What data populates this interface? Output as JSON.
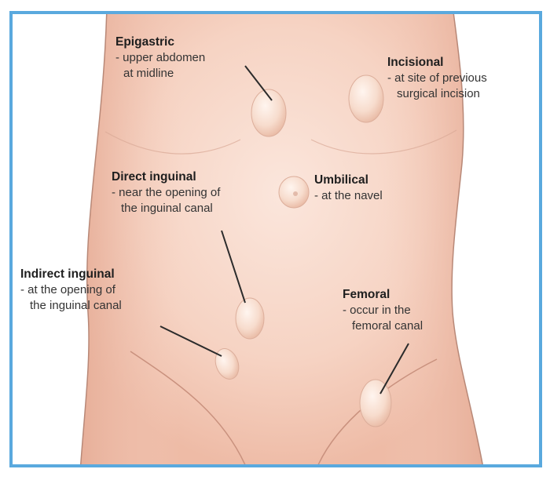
{
  "colors": {
    "border": "#5aa9de",
    "skin_light": "#fbe9e0",
    "skin_mid": "#f4cdbd",
    "skin_dark": "#e9b3a0",
    "bulge": "#f8ddd0",
    "outline": "#b07c6a",
    "leader_line": "#2b2b2b"
  },
  "labels": {
    "epigastric": {
      "title": "Epigastric",
      "line1": "- upper abdomen",
      "line2": "at midline"
    },
    "incisional": {
      "title": "Incisional",
      "line1": "- at site of previous",
      "line2": "surgical incision"
    },
    "direct_inguinal": {
      "title": "Direct inguinal",
      "line1": "- near the opening of",
      "line2": "the inguinal canal"
    },
    "umbilical": {
      "title": "Umbilical",
      "line1": "- at the navel"
    },
    "indirect_inguinal": {
      "title": "Indirect inguinal",
      "line1": "- at the opening of",
      "line2": "the inguinal canal"
    },
    "femoral": {
      "title": "Femoral",
      "line1": "- occur in the",
      "line2": "femoral canal"
    }
  }
}
